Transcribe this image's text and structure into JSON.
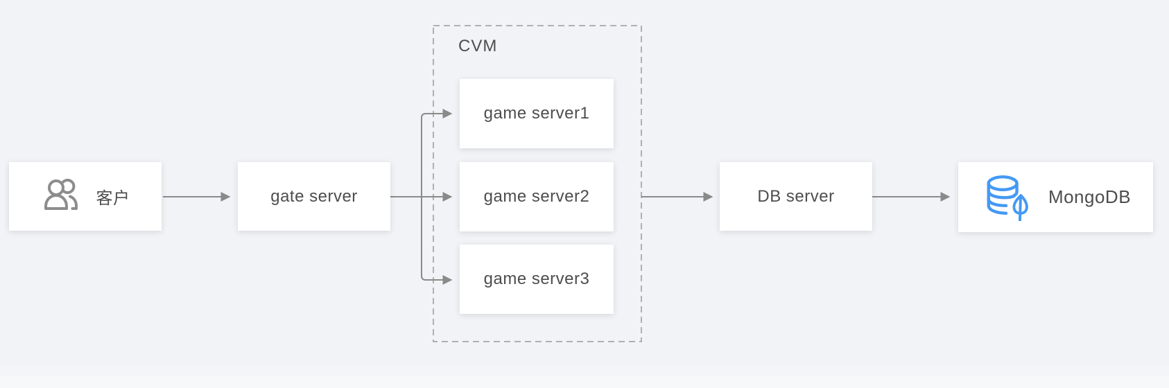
{
  "diagram": {
    "group": {
      "label": "CVM"
    },
    "nodes": {
      "customer": {
        "label": "客户",
        "icon": "users-icon"
      },
      "gate_server": {
        "label": "gate server"
      },
      "game_servers": [
        {
          "label": "game server1"
        },
        {
          "label": "game server2"
        },
        {
          "label": "game server3"
        }
      ],
      "db_server": {
        "label": "DB server"
      },
      "mongodb": {
        "label": "MongoDB",
        "icon": "mongodb-icon"
      }
    },
    "colors": {
      "canvas_background": "#F2F3F6",
      "node_background": "#FFFFFF",
      "label_text": "#4D4D4D",
      "arrow": "#8A8A8A",
      "dashed_border": "#B0B0B0",
      "users_icon": "#8C8C8C",
      "mongodb_icon": "#4499F4"
    }
  }
}
